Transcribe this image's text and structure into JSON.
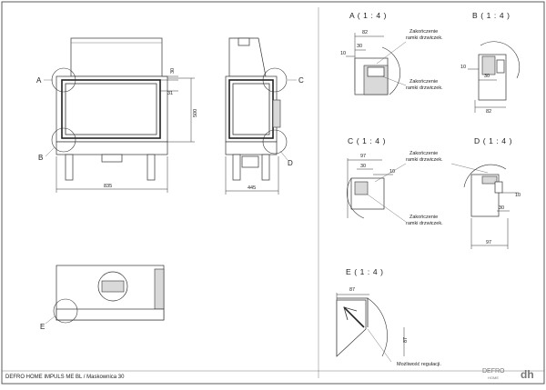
{
  "title_block": {
    "caption": "DEFRO HOME IMPULS ME BL / Maskownica 30",
    "logo_text": "DEFRO",
    "logo_sub": "HOME",
    "logo_mark": "dh"
  },
  "front_view": {
    "callout_a": "A",
    "callout_b": "B",
    "dim_30": "30",
    "dim_31": "31",
    "dim_500": "500",
    "dim_835": "835"
  },
  "side_view": {
    "callout_c": "C",
    "callout_d": "D",
    "dim_445": "445"
  },
  "top_view": {
    "callout_e": "E"
  },
  "detail_a": {
    "title": "A ( 1 : 4 )",
    "dim_82_top": "82",
    "dim_30": "30",
    "dim_10": "10",
    "note_1": "Zakończenie",
    "note_1b": "ramki drzwiczek.",
    "note_2": "Zakończenie",
    "note_2b": "ramki drzwiczek."
  },
  "detail_b": {
    "title": "B ( 1 : 4 )",
    "dim_10": "10",
    "dim_30": "30",
    "dim_82": "82"
  },
  "detail_c": {
    "title": "C ( 1 : 4 )",
    "dim_97": "97",
    "dim_30": "30",
    "dim_10": "10",
    "note_1": "Zakończenie",
    "note_1b": "ramki drzwiczek.",
    "note_2": "Zakończenie",
    "note_2b": "ramki drzwiczek."
  },
  "detail_d": {
    "title": "D ( 1 : 4 )",
    "dim_10": "10",
    "dim_30": "30",
    "dim_97": "97"
  },
  "detail_e": {
    "title": "E ( 1 : 4 )",
    "dim_87_top": "87",
    "dim_87_side": "87",
    "note": "Możliwość regulacji."
  }
}
